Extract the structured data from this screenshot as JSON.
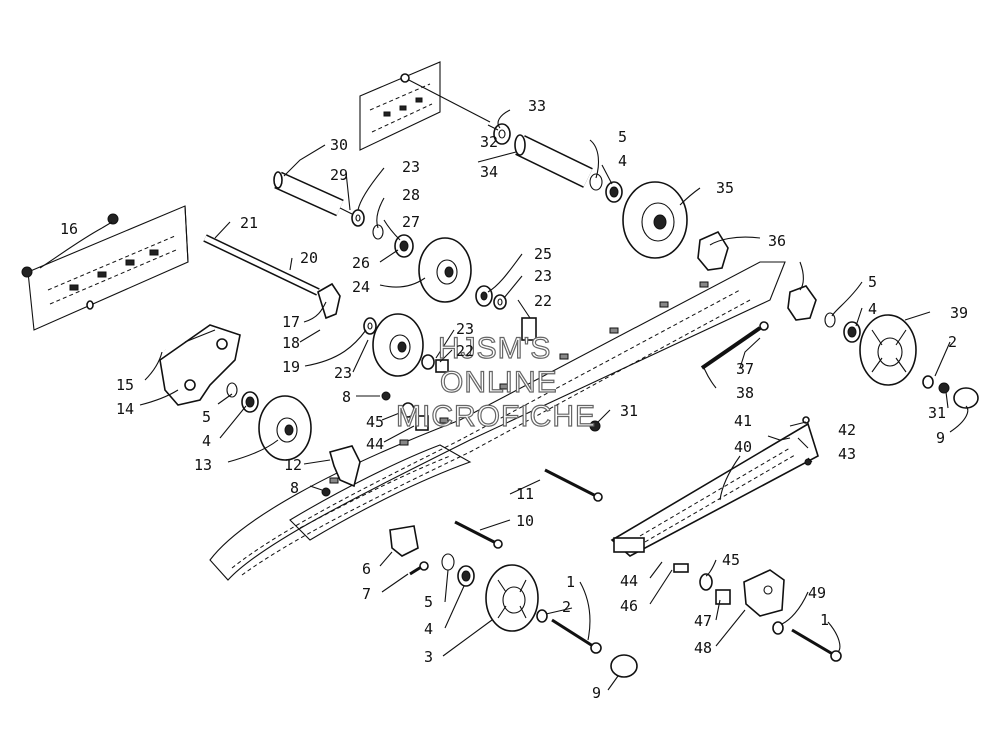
{
  "watermark": {
    "line1": "HJSM'S",
    "line2": "ONLINE",
    "line3": "MICROFICHE"
  },
  "callouts": [
    {
      "id": "c33",
      "text": "33"
    },
    {
      "id": "c32",
      "text": "32"
    },
    {
      "id": "c34",
      "text": "34"
    },
    {
      "id": "c5a",
      "text": "5"
    },
    {
      "id": "c4a",
      "text": "4"
    },
    {
      "id": "c35",
      "text": "35"
    },
    {
      "id": "c30",
      "text": "30"
    },
    {
      "id": "c29",
      "text": "29"
    },
    {
      "id": "c23a",
      "text": "23"
    },
    {
      "id": "c28",
      "text": "28"
    },
    {
      "id": "c27",
      "text": "27"
    },
    {
      "id": "c26",
      "text": "26"
    },
    {
      "id": "c16",
      "text": "16"
    },
    {
      "id": "c21",
      "text": "21"
    },
    {
      "id": "c20",
      "text": "20"
    },
    {
      "id": "c24",
      "text": "24"
    },
    {
      "id": "c25",
      "text": "25"
    },
    {
      "id": "c23b",
      "text": "23"
    },
    {
      "id": "c22a",
      "text": "22"
    },
    {
      "id": "c36",
      "text": "36"
    },
    {
      "id": "c5b",
      "text": "5"
    },
    {
      "id": "c4b",
      "text": "4"
    },
    {
      "id": "c39",
      "text": "39"
    },
    {
      "id": "c17",
      "text": "17"
    },
    {
      "id": "c18",
      "text": "18"
    },
    {
      "id": "c19",
      "text": "19"
    },
    {
      "id": "c23c",
      "text": "23"
    },
    {
      "id": "c22b",
      "text": "22"
    },
    {
      "id": "c23d",
      "text": "23"
    },
    {
      "id": "c15",
      "text": "15"
    },
    {
      "id": "c14",
      "text": "14"
    },
    {
      "id": "c37",
      "text": "37"
    },
    {
      "id": "c38",
      "text": "38"
    },
    {
      "id": "c2a",
      "text": "2"
    },
    {
      "id": "c31a",
      "text": "31"
    },
    {
      "id": "c9a",
      "text": "9"
    },
    {
      "id": "c8a",
      "text": "8"
    },
    {
      "id": "c45a",
      "text": "45"
    },
    {
      "id": "c44a",
      "text": "44"
    },
    {
      "id": "c31b",
      "text": "31"
    },
    {
      "id": "c5c",
      "text": "5"
    },
    {
      "id": "c4c",
      "text": "4"
    },
    {
      "id": "c13",
      "text": "13"
    },
    {
      "id": "c12",
      "text": "12"
    },
    {
      "id": "c41",
      "text": "41"
    },
    {
      "id": "c42",
      "text": "42"
    },
    {
      "id": "c40",
      "text": "40"
    },
    {
      "id": "c43",
      "text": "43"
    },
    {
      "id": "c8b",
      "text": "8"
    },
    {
      "id": "c11",
      "text": "11"
    },
    {
      "id": "c10",
      "text": "10"
    },
    {
      "id": "c6",
      "text": "6"
    },
    {
      "id": "c7",
      "text": "7"
    },
    {
      "id": "c5d",
      "text": "5"
    },
    {
      "id": "c4d",
      "text": "4"
    },
    {
      "id": "c3",
      "text": "3"
    },
    {
      "id": "c1a",
      "text": "1"
    },
    {
      "id": "c2b",
      "text": "2"
    },
    {
      "id": "c9b",
      "text": "9"
    },
    {
      "id": "c44b",
      "text": "44"
    },
    {
      "id": "c46",
      "text": "46"
    },
    {
      "id": "c45b",
      "text": "45"
    },
    {
      "id": "c47",
      "text": "47"
    },
    {
      "id": "c48",
      "text": "48"
    },
    {
      "id": "c49",
      "text": "49"
    },
    {
      "id": "c1b",
      "text": "1"
    }
  ]
}
